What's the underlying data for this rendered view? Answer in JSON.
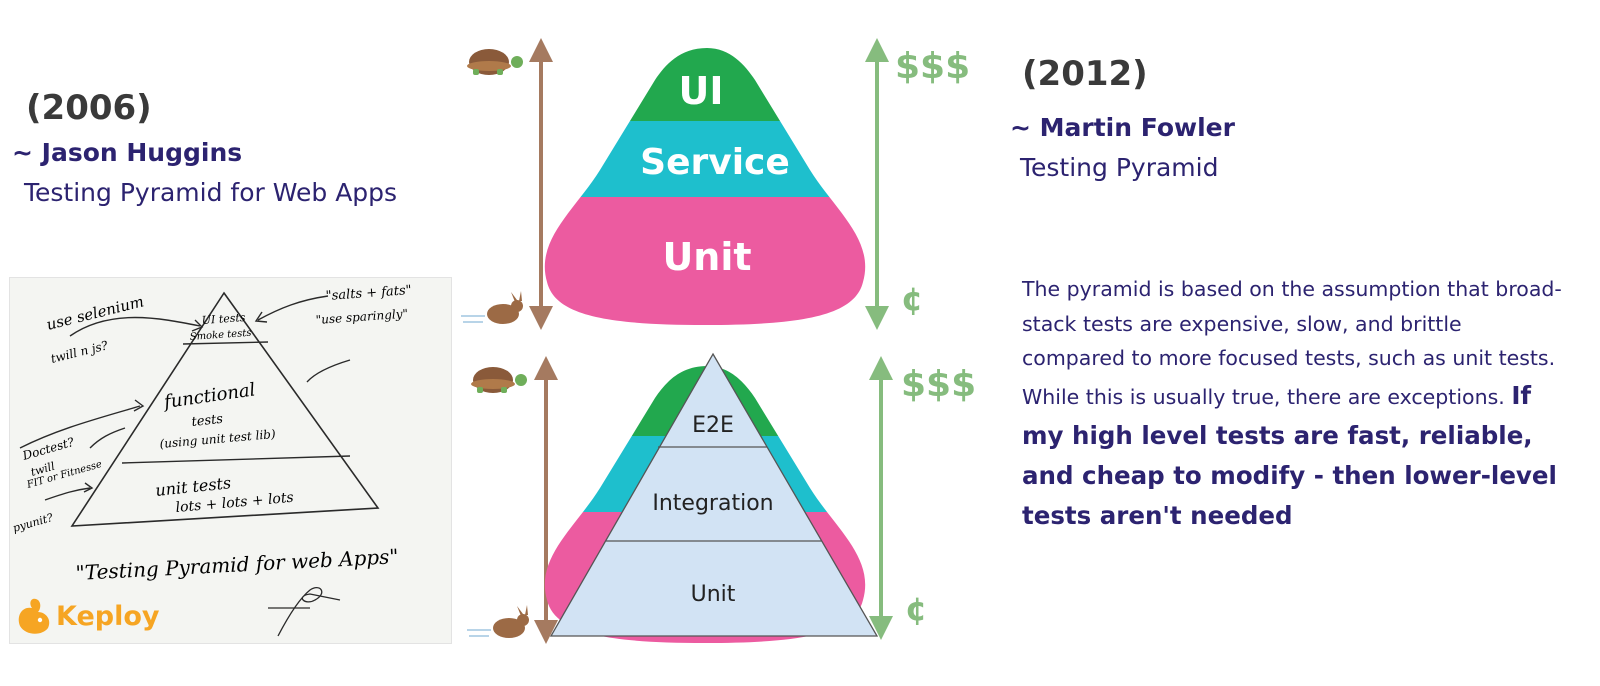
{
  "left": {
    "year": "(2006)",
    "author": "~ Jason Huggins",
    "subtitle": "Testing Pyramid for Web Apps",
    "whiteboard": {
      "use_selenium": "use selenium",
      "twill": "twill n js?",
      "ui_tests": "UI tests",
      "smoke_tests": "Smoke tests",
      "salts_fats": "\"salts + fats\"",
      "use_sparingly": "\"use sparingly\"",
      "functional": "functional",
      "tests": "tests",
      "using_unit": "(using unit test lib)",
      "doctest": "Doctest?",
      "twill2": "twill",
      "fit": "FIT or Fitnesse",
      "unit_tests": "unit tests",
      "lots": "lots + lots + lots",
      "pyunit": "pyunit?",
      "caption": "\"Testing Pyramid for web Apps\""
    },
    "brand": "Keploy"
  },
  "top_diagram": {
    "layers": [
      "UI",
      "Service",
      "Unit"
    ],
    "cost_high": "$$$",
    "cost_low": "¢",
    "colors": {
      "ui": "#22a84e",
      "service": "#1ebfcd",
      "unit": "#ec5ba0"
    }
  },
  "bottom_diagram": {
    "layers": [
      "E2E",
      "Integration",
      "Unit"
    ],
    "cost_high": "$$$",
    "cost_low": "¢",
    "fill": "#d2e3f4"
  },
  "right": {
    "year": "(2012)",
    "author": "~ Martin Fowler",
    "subtitle": "Testing Pyramid",
    "quote_plain": "The pyramid is based on the assumption that broad-stack tests are expensive, slow, and brittle compared to more focused tests, such as unit tests. While this is usually true, there are exceptions.",
    "quote_bold": "If my high level tests are fast, reliable, and cheap to modify - then lower-level tests aren't needed"
  }
}
